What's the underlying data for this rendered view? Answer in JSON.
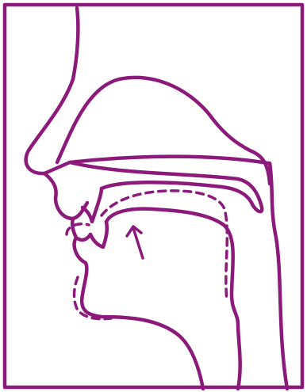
{
  "diagram": {
    "type": "sagittal-section-of-vocal-tract",
    "colors": {
      "stroke": "#8b1a7a",
      "background": "#ffffff"
    },
    "elements": [
      "frame",
      "nose-and-palate-outline",
      "upper-lip",
      "upper-teeth",
      "lower-teeth",
      "lower-lip-and-jaw",
      "tongue",
      "tongue-movement-dashed",
      "tongue-raise-arrow",
      "pharynx-wall"
    ]
  }
}
